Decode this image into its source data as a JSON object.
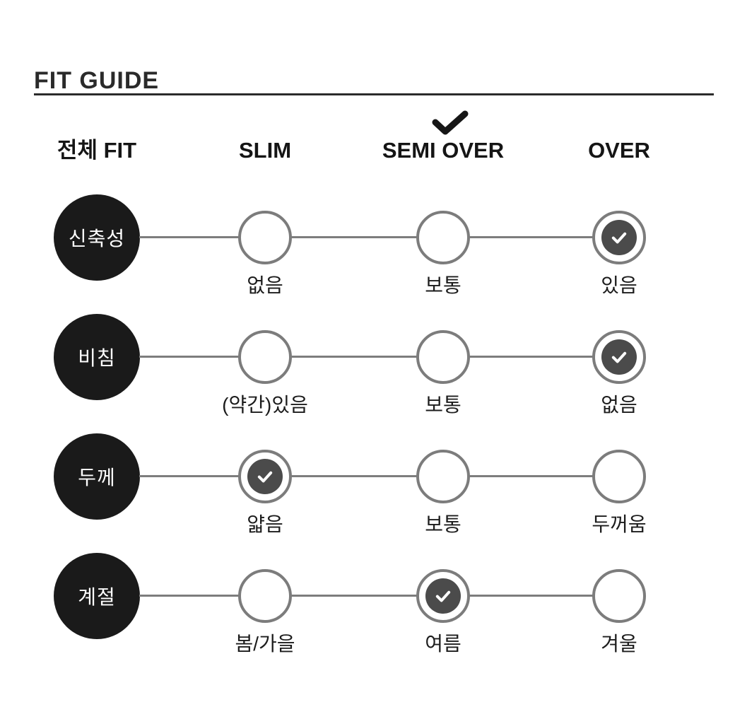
{
  "title": "FIT GUIDE",
  "header": {
    "row_axis_label": "전체 FIT",
    "columns": [
      "SLIM",
      "SEMI OVER",
      "OVER"
    ],
    "checked_column_index": 1,
    "checked_column_label": "SEMI OVER"
  },
  "rows": [
    {
      "label": "신축성",
      "options": [
        {
          "label": "없음",
          "checked": false
        },
        {
          "label": "보통",
          "checked": false
        },
        {
          "label": "있음",
          "checked": true
        }
      ]
    },
    {
      "label": "비침",
      "options": [
        {
          "label": "(약간)있음",
          "checked": false
        },
        {
          "label": "보통",
          "checked": false
        },
        {
          "label": "없음",
          "checked": true
        }
      ]
    },
    {
      "label": "두께",
      "options": [
        {
          "label": "얇음",
          "checked": true
        },
        {
          "label": "보통",
          "checked": false
        },
        {
          "label": "두꺼움",
          "checked": false
        }
      ]
    },
    {
      "label": "계절",
      "options": [
        {
          "label": "봄/가을",
          "checked": false
        },
        {
          "label": "여름",
          "checked": true
        },
        {
          "label": "겨울",
          "checked": false
        }
      ]
    }
  ],
  "colors": {
    "background": "#ffffff",
    "title_text": "#2a2a2a",
    "divider": "#2b2b2b",
    "header_text": "#151515",
    "row_label_circle": "#1a1a1a",
    "row_label_text": "#ffffff",
    "circle_ring": "#7c7c7c",
    "connector_line": "#7d7d7d",
    "checked_fill": "#4b4b4b",
    "check_mark": "#ffffff",
    "option_label_text": "#1c1c1c"
  }
}
